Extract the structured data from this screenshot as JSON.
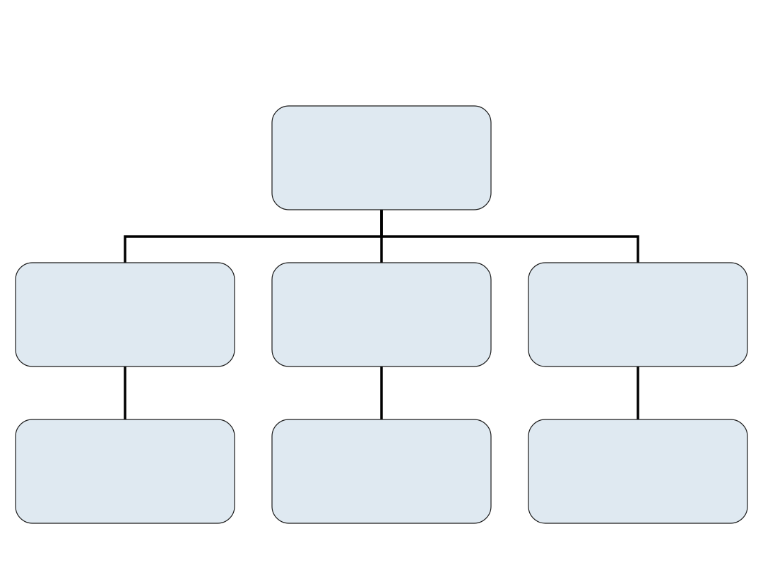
{
  "diagram": {
    "type": "org-chart",
    "colors": {
      "node_fill": "#dfe9f1",
      "node_stroke": "#1a1a1a",
      "connector": "#000000",
      "background": "#ffffff"
    },
    "nodes": [
      {
        "id": "root",
        "label": ""
      },
      {
        "id": "child-left",
        "label": ""
      },
      {
        "id": "child-center",
        "label": ""
      },
      {
        "id": "child-right",
        "label": ""
      },
      {
        "id": "grandchild-left",
        "label": ""
      },
      {
        "id": "grandchild-center",
        "label": ""
      },
      {
        "id": "grandchild-right",
        "label": ""
      }
    ],
    "edges": [
      {
        "from": "root",
        "to": "child-left"
      },
      {
        "from": "root",
        "to": "child-center"
      },
      {
        "from": "root",
        "to": "child-right"
      },
      {
        "from": "child-left",
        "to": "grandchild-left"
      },
      {
        "from": "child-center",
        "to": "grandchild-center"
      },
      {
        "from": "child-right",
        "to": "grandchild-right"
      }
    ]
  }
}
